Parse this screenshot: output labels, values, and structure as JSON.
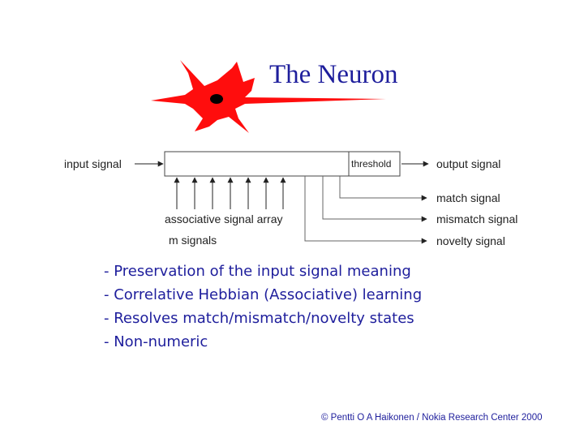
{
  "title": "The Neuron",
  "colors": {
    "accent_text": "#1e1e9c",
    "neuron": "#ff0d0d",
    "line": "#555555"
  },
  "diagram": {
    "input_label": "input signal",
    "threshold_label": "threshold",
    "output_label": "output signal",
    "match_label": "match signal",
    "mismatch_label": "mismatch signal",
    "novelty_label": "novelty signal",
    "assoc_label": "associative signal array",
    "m_label": "m signals"
  },
  "bullets": [
    "- Preservation of the input signal meaning",
    "- Correlative Hebbian (Associative) learning",
    "- Resolves match/mismatch/novelty states",
    "- Non-numeric"
  ],
  "footer": "© Pentti O A Haikonen / Nokia Research Center  2000"
}
